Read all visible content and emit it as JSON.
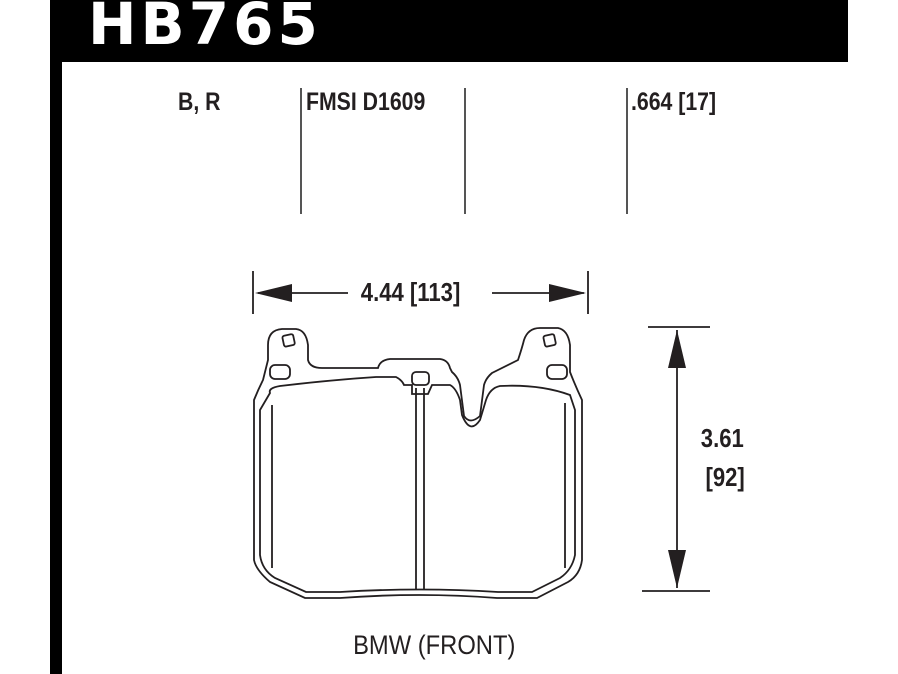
{
  "header": {
    "part_number": "HB765"
  },
  "specs": {
    "compounds": "B, R",
    "fmsi": "FMSI D1609",
    "thickness": ".664 [17]"
  },
  "dimensions": {
    "width": "4.44 [113]",
    "height_in": "3.61",
    "height_mm": "[92]"
  },
  "caption": "BMW (FRONT)",
  "colors": {
    "header_bg": "#000000",
    "text": "#231f20",
    "line": "#231f20"
  }
}
